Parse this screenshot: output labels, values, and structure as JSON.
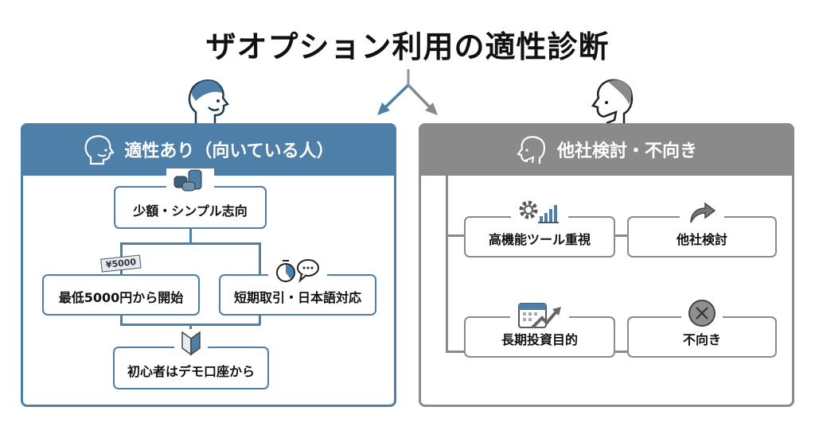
{
  "title": "ザオプション利用の適性診断",
  "colors": {
    "suitable": "#4d7fa8",
    "unsuitable": "#8a8a8a"
  },
  "left_panel": {
    "header": "適性あり（向いている人）",
    "header_icon": "smiling-person-icon",
    "nodes": [
      {
        "label": "少額・シンプル志向",
        "icon": "coins-icon"
      },
      {
        "label": "最低5000円から開始",
        "icon": "banknote-icon",
        "icon_text": "¥5000"
      },
      {
        "label": "短期取引・日本語対応",
        "icon": "stopwatch-chat-icon",
        "icon_text": "•••"
      },
      {
        "label": "初心者はデモ口座から",
        "icon": "beginner-mark-icon"
      }
    ]
  },
  "right_panel": {
    "header": "他社検討・不向き",
    "header_icon": "thinking-person-icon",
    "nodes": [
      {
        "label": "高機能ツール重視",
        "icon": "gear-chart-icon"
      },
      {
        "label": "他社検討",
        "icon": "forward-arrow-icon"
      },
      {
        "label": "長期投資目的",
        "icon": "calendar-growth-icon"
      },
      {
        "label": "不向き",
        "icon": "x-circle-icon"
      }
    ]
  }
}
